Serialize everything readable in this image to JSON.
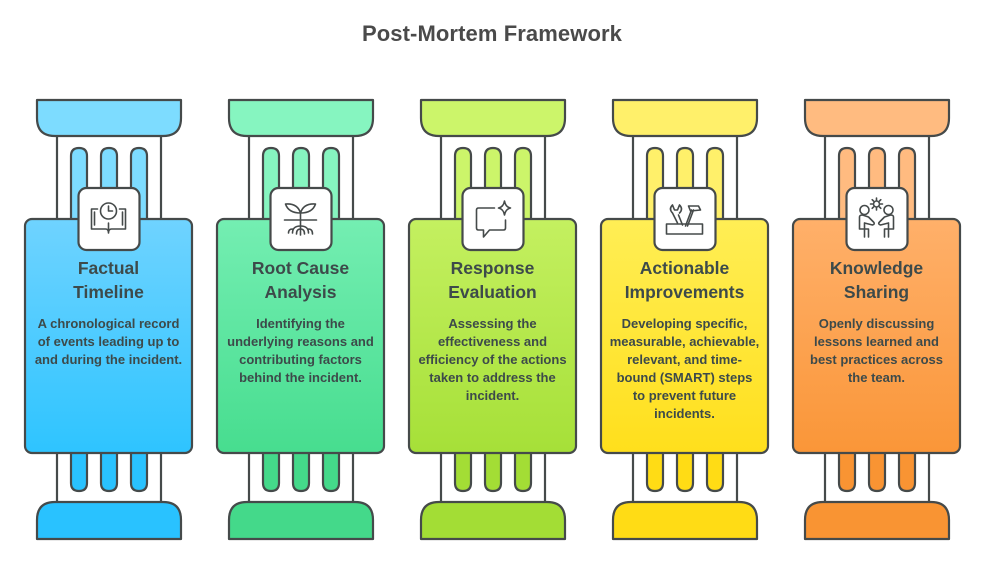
{
  "title": "Post-Mortem Framework",
  "pillars": [
    {
      "heading_lines": [
        "Factual",
        "Timeline"
      ],
      "description": "A chronological record of events leading up to and during the incident.",
      "icon": "clock-book-icon",
      "colors": {
        "cap": "#7ddcff",
        "body_top": "#6fd3ff",
        "body_bottom": "#2ec4ff",
        "base": "#29c2ff"
      }
    },
    {
      "heading_lines": [
        "Root Cause",
        "Analysis"
      ],
      "description": "Identifying the underlying reasons and contributing factors behind the incident.",
      "icon": "plant-roots-icon",
      "colors": {
        "cap": "#86f5c0",
        "body_top": "#74eeb2",
        "body_bottom": "#47dd8f",
        "base": "#44d98a"
      }
    },
    {
      "heading_lines": [
        "Response",
        "Evaluation"
      ],
      "description": "Assessing the effectiveness and efficiency of the actions taken to address the incident.",
      "icon": "chat-sparkle-icon",
      "colors": {
        "cap": "#ccf56a",
        "body_top": "#c4f060",
        "body_bottom": "#a6e038",
        "base": "#a3dd35"
      }
    },
    {
      "heading_lines": [
        "Actionable",
        "Improvements"
      ],
      "description": "Developing specific, measurable, achievable, relevant, and time-bound (SMART) steps to prevent future incidents.",
      "icon": "toolbox-icon",
      "colors": {
        "cap": "#fff06a",
        "body_top": "#ffee55",
        "body_bottom": "#ffdf1c",
        "base": "#ffdc15"
      }
    },
    {
      "heading_lines": [
        "Knowledge",
        "Sharing"
      ],
      "description": "Openly discussing lessons learned and best practices across the team.",
      "icon": "people-collaborating-icon",
      "colors": {
        "cap": "#ffbb80",
        "body_top": "#ffb06a",
        "body_bottom": "#fa9638",
        "base": "#f99433"
      }
    }
  ]
}
